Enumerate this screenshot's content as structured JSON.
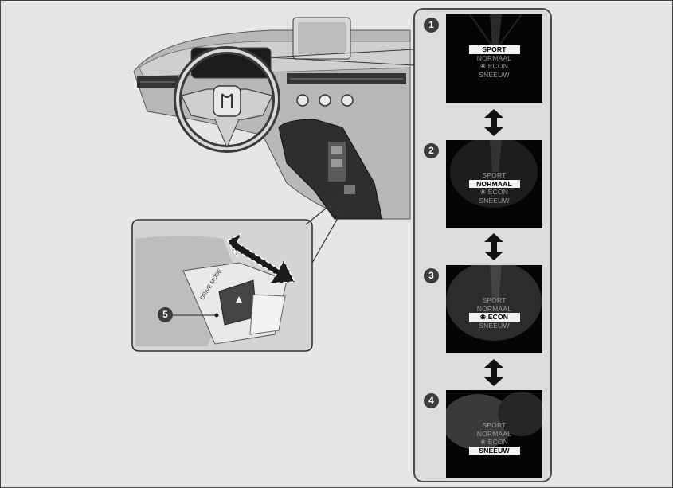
{
  "panels": [
    {
      "number": "1",
      "items": [
        "SPORT",
        "NORMAAL",
        "❀ ECON",
        "SNEEUW"
      ],
      "selected": 0
    },
    {
      "number": "2",
      "items": [
        "SPORT",
        "NORMAAL",
        "❀ ECON",
        "SNEEUW"
      ],
      "selected": 1
    },
    {
      "number": "3",
      "items": [
        "SPORT",
        "NORMAAL",
        "❀ ECON",
        "SNEEUW"
      ],
      "selected": 2
    },
    {
      "number": "4",
      "items": [
        "SPORT",
        "NORMAAL",
        "❀ ECON",
        "SNEEUW"
      ],
      "selected": 3
    }
  ],
  "switch_label": "DRIVE MODE",
  "callout_number": "5",
  "colors": {
    "selected_bg": "#f2f2f2",
    "screen_bg": "#050505",
    "badge": "#3c3c3c"
  }
}
